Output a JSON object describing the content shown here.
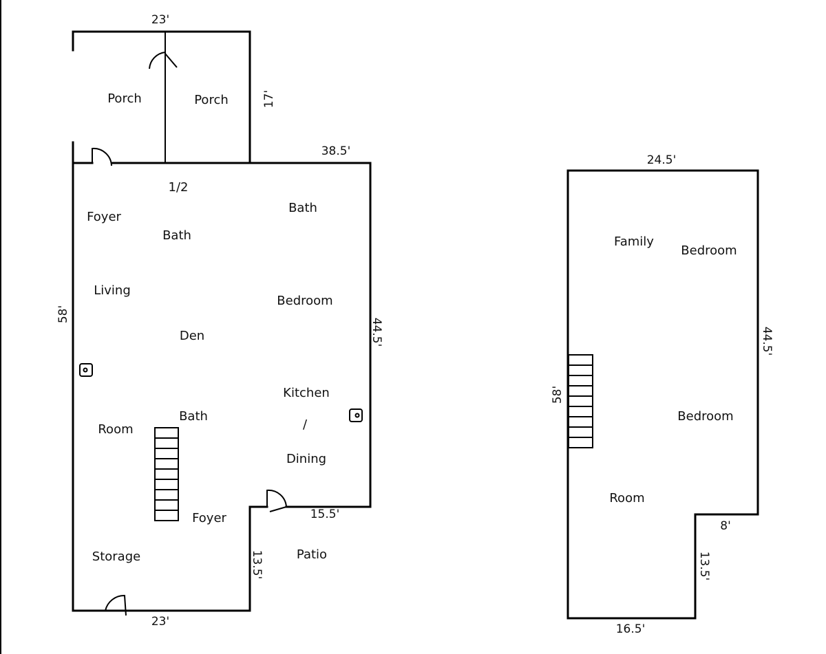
{
  "floor_plan": {
    "first_floor": {
      "rooms": {
        "porch_left": "Porch",
        "porch_right": "Porch",
        "half_bath_line1": "1/2",
        "half_bath_line2": "Bath",
        "foyer_top": "Foyer",
        "bath_top_right": "Bath",
        "living": "Living",
        "den": "Den",
        "bedroom": "Bedroom",
        "kitchen": "Kitchen",
        "kitchen_slash": "/",
        "dining": "Dining",
        "room": "Room",
        "bath_mid": "Bath",
        "foyer_bottom": "Foyer",
        "storage": "Storage",
        "patio": "Patio"
      },
      "dimensions": {
        "porch_top": "23'",
        "porch_side": "17'",
        "top_right": "38.5'",
        "left": "58'",
        "right": "44.5'",
        "patio_top": "15.5'",
        "patio_side": "13.5'",
        "bottom": "23'"
      }
    },
    "second_floor": {
      "rooms": {
        "family": "Family",
        "bedroom_top": "Bedroom",
        "bedroom_mid": "Bedroom",
        "room": "Room"
      },
      "dimensions": {
        "top": "24.5'",
        "right": "44.5'",
        "left": "58'",
        "notch_top": "8'",
        "notch_side": "13.5'",
        "bottom": "16.5'"
      }
    }
  }
}
